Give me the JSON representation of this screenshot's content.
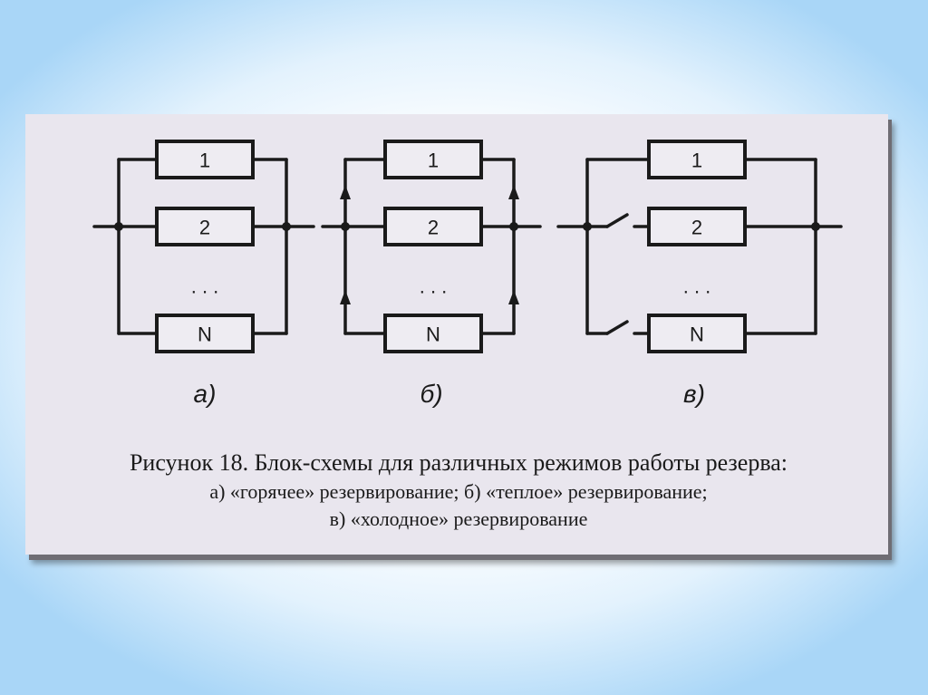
{
  "diagram": {
    "diagrams": [
      {
        "id": "a",
        "label": "а)",
        "blocks": [
          "1",
          "2",
          "N"
        ],
        "ellipsis": ". . .",
        "mode": "hot"
      },
      {
        "id": "b",
        "label": "б)",
        "blocks": [
          "1",
          "2",
          "N"
        ],
        "ellipsis": ". . .",
        "mode": "warm"
      },
      {
        "id": "v",
        "label": "в)",
        "blocks": [
          "1",
          "2",
          "N"
        ],
        "ellipsis": ". . .",
        "mode": "cold"
      }
    ]
  },
  "caption": {
    "title": "Рисунок 18. Блок-схемы для различных режимов работы резерва:",
    "line2": "а) «горячее» резервирование; б) «теплое» резервирование;",
    "line3": "в) «холодное» резервирование"
  }
}
